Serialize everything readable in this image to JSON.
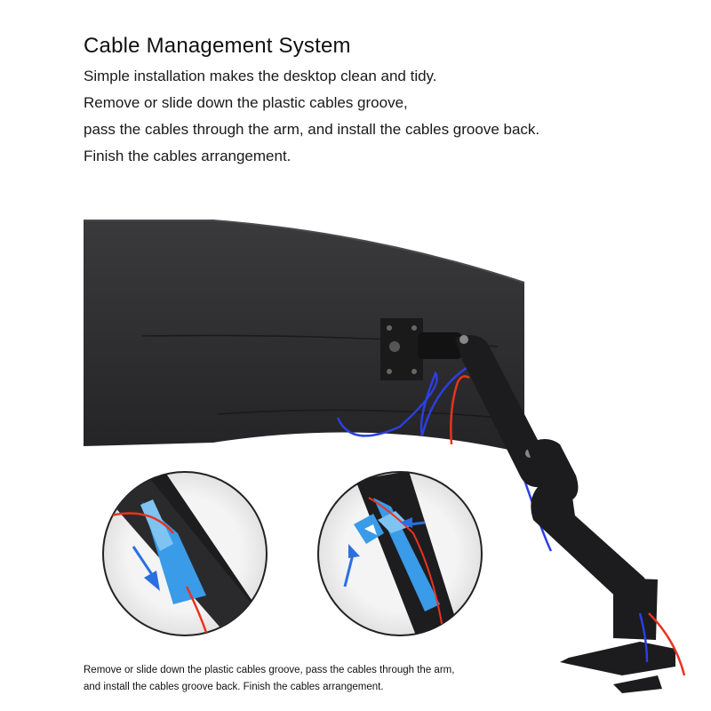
{
  "title": "Cable Management System",
  "description_lines": [
    "Simple installation makes the desktop clean and tidy.",
    "Remove or slide down the plastic cables groove,",
    "pass the cables through the arm, and install the cables groove back.",
    "Finish the cables arrangement."
  ],
  "caption_lines": [
    "Remove or slide down the plastic cables groove, pass the cables through the arm,",
    "and install the cables groove back. Finish the cables arrangement."
  ],
  "colors": {
    "monitor": "#2b2b2d",
    "arm": "#1c1c1e",
    "cable_blue": "#2b3fe0",
    "cable_red": "#e8331f",
    "groove": "#3a9be8"
  }
}
